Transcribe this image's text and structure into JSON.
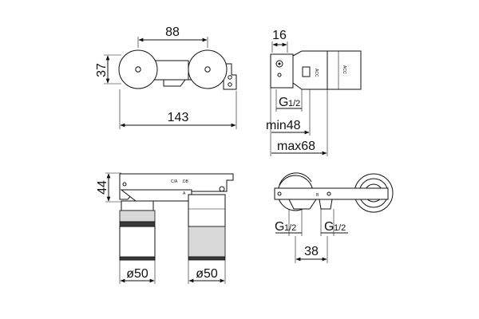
{
  "dimensions": {
    "top_left": {
      "width_88": "88",
      "height_37": "37",
      "width_143": "143"
    },
    "top_right": {
      "width_16": "16",
      "thread": "G",
      "thread_frac": "1/2",
      "min_label": "min48",
      "max_label": "max68"
    },
    "bottom_left": {
      "height_44": "44",
      "dia_left": "ø50",
      "dia_right": "ø50"
    },
    "bottom_right": {
      "thread_left": "G",
      "thread_left_frac": "1/2",
      "thread_right": "G",
      "thread_right_frac": "1/2",
      "spacing": "38"
    }
  },
  "part_markings": {
    "cold_hot": "C/A",
    "label_db": "DB",
    "side_a": "A",
    "side_b": "B",
    "body_text": "ACC"
  }
}
